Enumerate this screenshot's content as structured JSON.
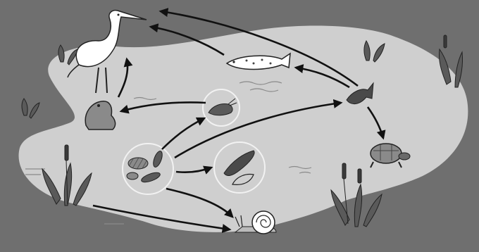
{
  "diagram": {
    "type": "pond-food-web",
    "colors": {
      "background": "#6f6f6f",
      "pond": "#cfcfcf",
      "arrow": "#111111",
      "circle_outline": "#f2f2f2",
      "organism_dark": "#4a4a4a",
      "organism_light": "#ffffff"
    },
    "organisms": [
      {
        "id": "heron",
        "icon": "heron-icon"
      },
      {
        "id": "trout",
        "icon": "fish-icon"
      },
      {
        "id": "small-fish",
        "icon": "small-fish-icon"
      },
      {
        "id": "frog",
        "icon": "frog-icon"
      },
      {
        "id": "shrimp",
        "icon": "shrimp-icon"
      },
      {
        "id": "algae-detritus",
        "icon": "algae-icon"
      },
      {
        "id": "aquatic-larva",
        "icon": "larva-icon"
      },
      {
        "id": "turtle",
        "icon": "turtle-icon"
      },
      {
        "id": "snail",
        "icon": "snail-icon"
      },
      {
        "id": "cattail-plants",
        "icon": "cattail-icon"
      }
    ],
    "feeding_links": [
      {
        "from": "small-fish",
        "to": "heron"
      },
      {
        "from": "trout",
        "to": "heron"
      },
      {
        "from": "frog",
        "to": "heron"
      },
      {
        "from": "small-fish",
        "to": "trout"
      },
      {
        "from": "shrimp",
        "to": "frog"
      },
      {
        "from": "algae-detritus",
        "to": "shrimp"
      },
      {
        "from": "algae-detritus",
        "to": "small-fish"
      },
      {
        "from": "algae-detritus",
        "to": "aquatic-larva"
      },
      {
        "from": "algae-detritus",
        "to": "snail"
      },
      {
        "from": "cattail-plants",
        "to": "snail"
      },
      {
        "from": "small-fish",
        "to": "turtle"
      }
    ]
  }
}
